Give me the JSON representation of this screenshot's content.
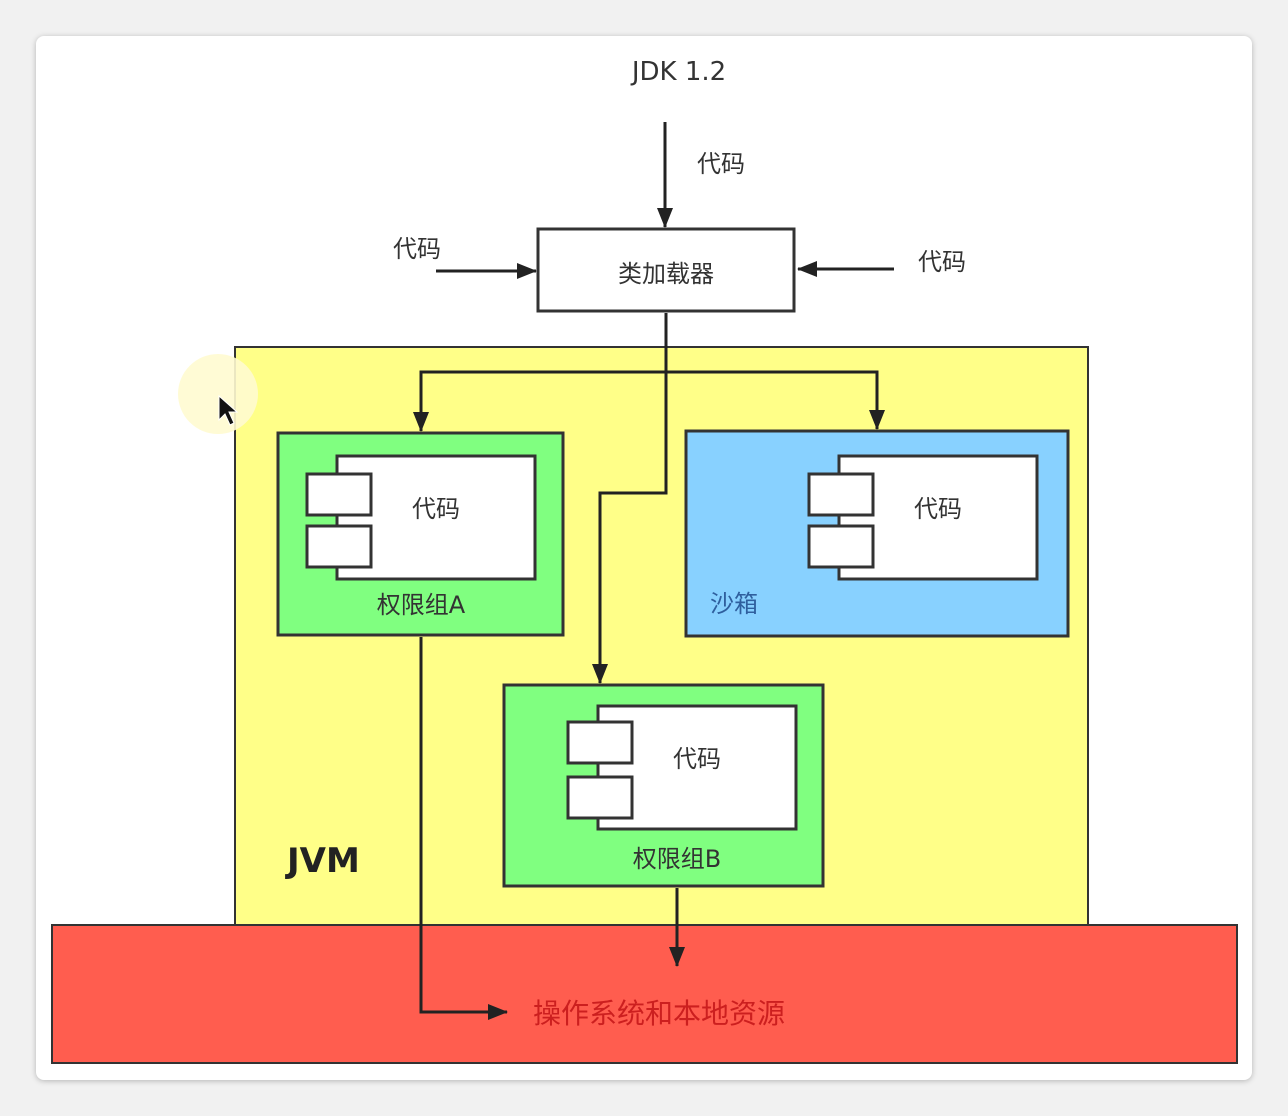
{
  "title": "JDK 1.2",
  "code_label": "代码",
  "class_loader": "类加载器",
  "jvm_label": "JVM",
  "group_a": {
    "label": "权限组A",
    "code": "代码"
  },
  "group_b": {
    "label": "权限组B",
    "code": "代码"
  },
  "sandbox": {
    "label": "沙箱",
    "code": "代码"
  },
  "os_label": "操作系统和本地资源",
  "colors": {
    "jvm": "#ffff88",
    "permission_group": "#80ff80",
    "sandbox": "#88d1ff",
    "os": "#ff5d4f",
    "cursor_highlight": "#fffbd0"
  }
}
